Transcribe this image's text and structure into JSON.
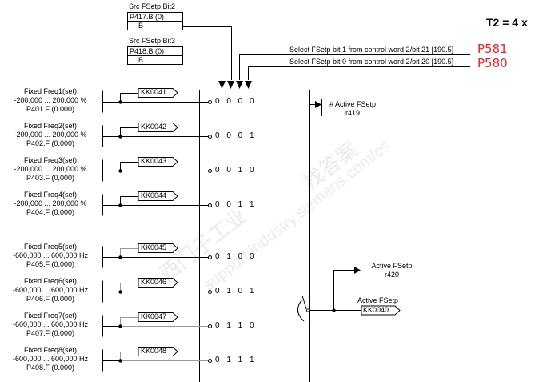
{
  "header": {
    "title": "T2 = 4 x",
    "annotations": [
      {
        "label": "P581"
      },
      {
        "label": "P580"
      }
    ]
  },
  "sources": [
    {
      "title": "Src FSetp Bit2",
      "param": "P417.B (0)",
      "type": "B"
    },
    {
      "title": "Src FSetp Bit3",
      "param": "P418.B (0)",
      "type": "B"
    }
  ],
  "control_word_inputs": [
    {
      "label": "Select FSetp bit 1 from control word 2/bit 21 [190.5]"
    },
    {
      "label": "Select FSetp bit 0 from control word 2/bit 20 [190.5]"
    }
  ],
  "fixed_freqs": [
    {
      "name": "Fixed Freq1(set)",
      "range": "-200,000 ... 200,000 %",
      "param": "P401.F (0.000)",
      "connector": "KK0041",
      "code": "0 0 0 0"
    },
    {
      "name": "Fixed Freq2(set)",
      "range": "-200,000 ... 200,000 %",
      "param": "P402.F (0.000)",
      "connector": "KK0042",
      "code": "0 0 0 1"
    },
    {
      "name": "Fixed Freq3(set)",
      "range": "-200,000 ... 200,000 %",
      "param": "P403.F (0,000)",
      "connector": "KK0043",
      "code": "0 0 1 0"
    },
    {
      "name": "Fixed Freq4(set)",
      "range": "-200,000 ... 200,000 %",
      "param": "P404.F (0.000)",
      "connector": "KK0044",
      "code": "0 0 1 1"
    },
    {
      "name": "Fixed Freq5(set)",
      "range": "-600,000 ... 600,000 Hz",
      "param": "P405.F (0.000)",
      "connector": "KK0045",
      "code": "0 1 0 0"
    },
    {
      "name": "Fixed Freq6(set)",
      "range": "-600,000 ... 600,000 Hz",
      "param": "P406.F (0.000)",
      "connector": "KK0046",
      "code": "0 1 0 1"
    },
    {
      "name": "Fixed Freq7(set)",
      "range": "-600,000 ... 600,000 Hz",
      "param": "P407.F (0.000)",
      "connector": "KK0047",
      "code": "0 1 1 0"
    },
    {
      "name": "Fixed Freq8(set)",
      "range": "-600,000 ... 600,000 Hz",
      "param": "P408.F (0.000)",
      "connector": "KK0048",
      "code": "0 1 1 1"
    }
  ],
  "outputs": {
    "active_num": {
      "label": "# Active FSetp",
      "param": "r419"
    },
    "active_disp": {
      "label": "Active FSetp",
      "param": "r420"
    },
    "active_conn": {
      "label": "Active FSetp",
      "connector": "KK0040"
    }
  },
  "watermark": {
    "line1": "西门子工业",
    "line2": "找答案",
    "line3": "support.industry.siemens.com/cs"
  }
}
